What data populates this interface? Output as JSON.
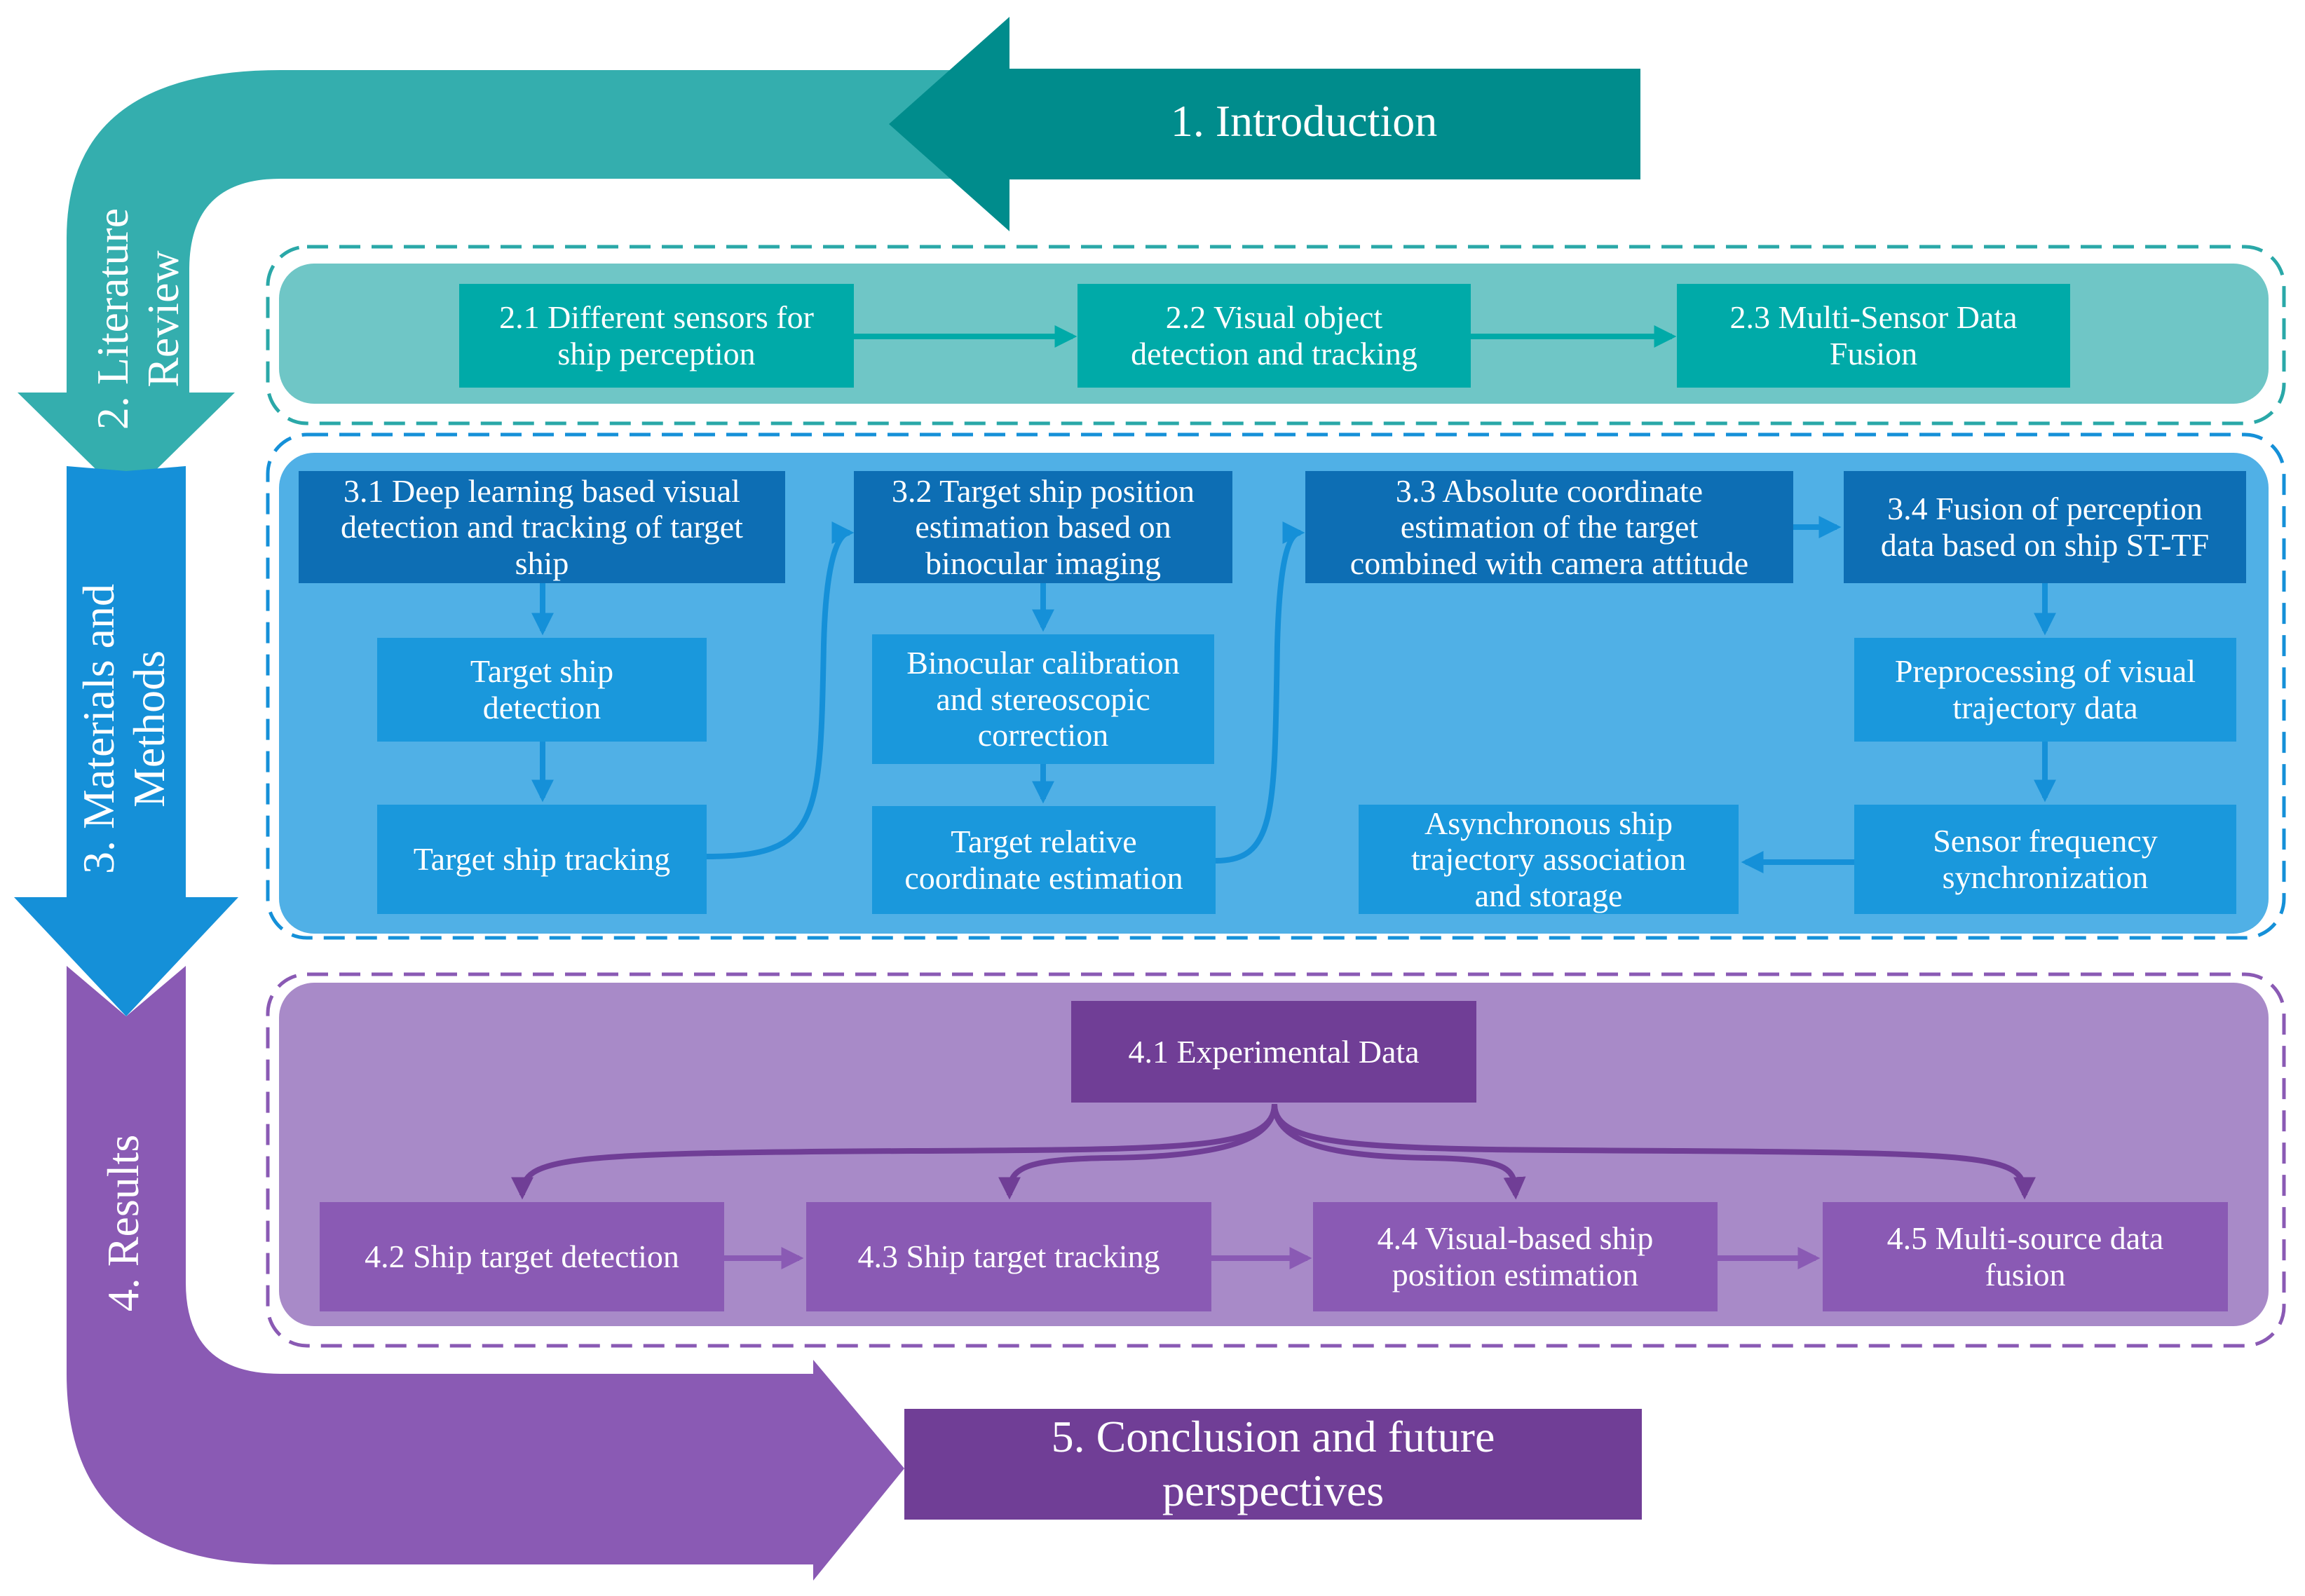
{
  "colors": {
    "teal_dark": "#008c8c",
    "teal_arrow": "#34aeae",
    "teal_panel": "#6fc6c6",
    "teal_box": "#00aaa8",
    "blue_arrow": "#1590d8",
    "blue_panel": "#50b0e6",
    "blue_box_dark": "#0d6eb4",
    "blue_box_mid": "#1a98dc",
    "purple_arrow": "#8a5ab4",
    "purple_panel": "#a88ac8",
    "purple_box_dark": "#703e96",
    "purple_box_mid": "#8a5ab4"
  },
  "stages": {
    "introduction": "1. Introduction",
    "literature_review": "2. Literature\nReview",
    "materials_methods": "3. Materials and\nMethods",
    "results": "4. Results",
    "conclusion": "5. Conclusion and future\nperspectives"
  },
  "section2": {
    "s2_1": "2.1 Different sensors for\nship perception",
    "s2_2": "2.2 Visual object\ndetection and tracking",
    "s2_3": "2.3 Multi-Sensor Data\nFusion"
  },
  "section3": {
    "s3_1": "3.1 Deep learning based visual\ndetection and tracking of target\nship",
    "detection": "Target ship\ndetection",
    "tracking": "Target ship tracking",
    "s3_2": "3.2 Target ship position\nestimation based on\nbinocular imaging",
    "calibration": "Binocular calibration\nand stereoscopic\ncorrection",
    "relative": "Target relative\ncoordinate estimation",
    "s3_3": "3.3 Absolute coordinate\nestimation of the target\ncombined with camera attitude",
    "s3_4": "3.4 Fusion of perception\ndata based on ship ST-TF",
    "preprocessing": "Preprocessing of visual\ntrajectory data",
    "frequency": "Sensor frequency\nsynchronization",
    "association": "Asynchronous ship\ntrajectory association\nand storage"
  },
  "section4": {
    "s4_1": "4.1 Experimental Data",
    "s4_2": "4.2  Ship target detection",
    "s4_3": "4.3  Ship target tracking",
    "s4_4": "4.4 Visual-based ship\nposition estimation",
    "s4_5": "4.5 Multi-source data\nfusion"
  }
}
